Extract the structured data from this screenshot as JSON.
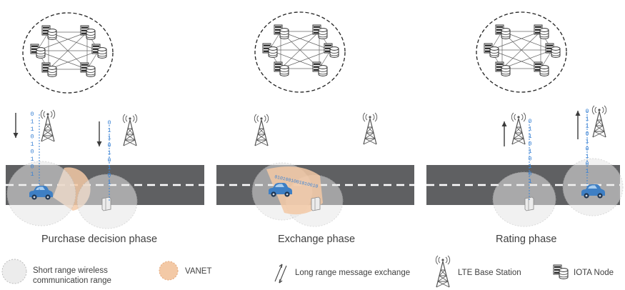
{
  "phases": [
    {
      "label": "Purchase decision phase"
    },
    {
      "label": "Exchange phase"
    },
    {
      "label": "Rating phase"
    }
  ],
  "binary": {
    "stream": [
      "0",
      "1",
      "1",
      "0",
      "1",
      "0",
      "1",
      "0",
      "1"
    ],
    "exchange_stream": "0101001001010010"
  },
  "legend": {
    "short_range": {
      "line1": "Short range wireless",
      "line2": "communication range",
      "icon": "dashed-circle-icon"
    },
    "vanet": {
      "label": "VANET",
      "icon": "vanet-circle-icon"
    },
    "long_range": {
      "label": "Long range message exchange",
      "icon": "bidirectional-arrows-icon"
    },
    "lte": {
      "label": "LTE Base Station",
      "icon": "cell-tower-icon"
    },
    "iota": {
      "label": "IOTA Node",
      "icon": "server-database-icon"
    }
  },
  "colors": {
    "road": "#5f6062",
    "lane": "#ffffff",
    "car": "#3e7fc4",
    "binary": "#3b83d4",
    "vanet": "#f3c9a6",
    "range": "#d9d9d9",
    "arrow": "#3a3a3a"
  }
}
